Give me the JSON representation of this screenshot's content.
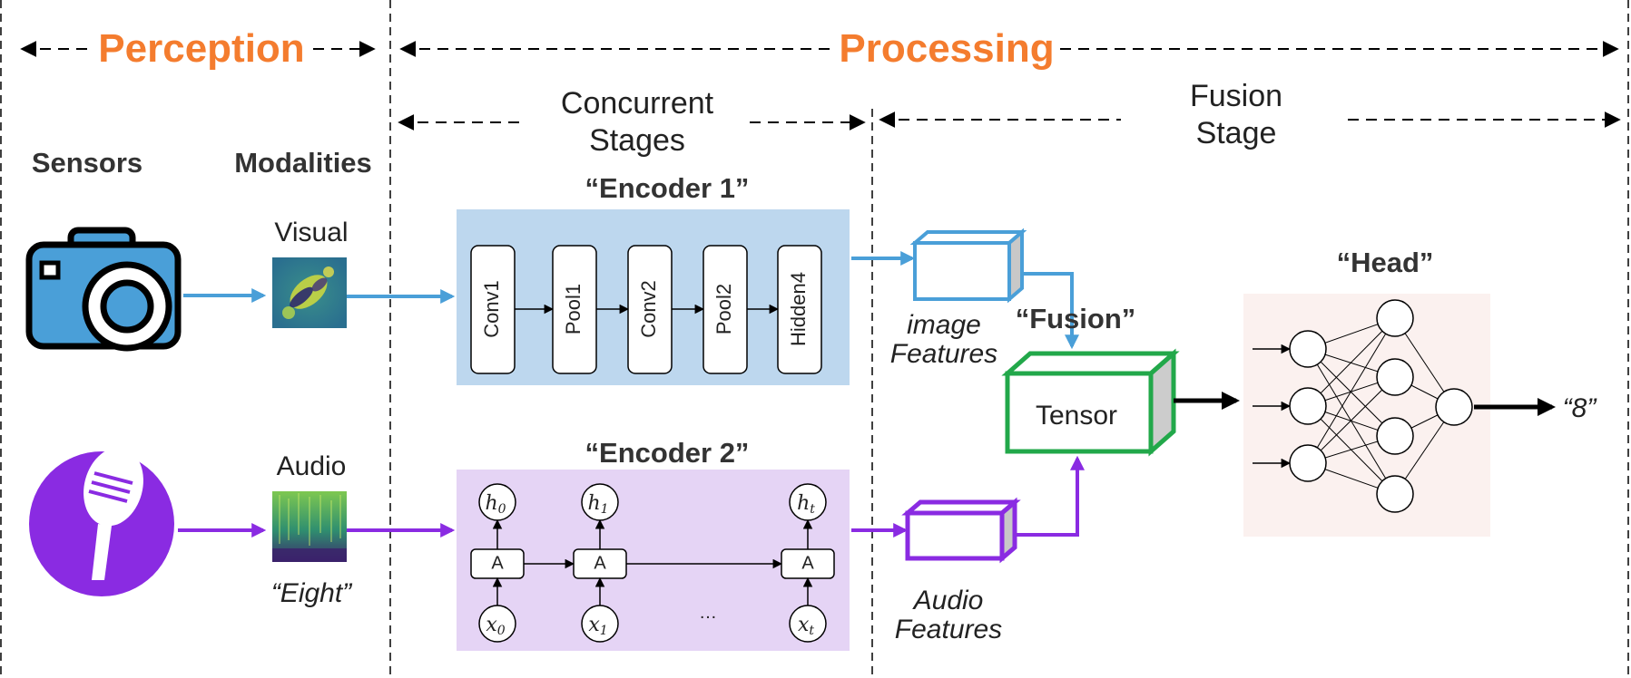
{
  "sections": {
    "perception": "Perception",
    "processing": "Processing",
    "concurrent_stages": [
      "Concurrent",
      "Stages"
    ],
    "fusion_stage": [
      "Fusion",
      "Stage"
    ]
  },
  "columns": {
    "sensors": "Sensors",
    "modalities": "Modalities"
  },
  "modalities": {
    "visual": "Visual",
    "audio": "Audio",
    "audio_caption": "“Eight”"
  },
  "encoder1": {
    "title": "“Encoder 1”",
    "layers": [
      "Conv1",
      "Pool1",
      "Conv2",
      "Pool2",
      "Hidden4"
    ]
  },
  "encoder2": {
    "title": "“Encoder 2”",
    "cell_label": "A",
    "hidden": [
      {
        "base": "h",
        "sub": "0"
      },
      {
        "base": "h",
        "sub": "1"
      },
      {
        "base": "h",
        "sub": "t"
      }
    ],
    "inputs": [
      {
        "base": "x",
        "sub": "0"
      },
      {
        "base": "x",
        "sub": "1"
      },
      {
        "base": "x",
        "sub": "t"
      }
    ],
    "ellipsis": "…"
  },
  "features": {
    "image": [
      "image",
      "Features"
    ],
    "audio": [
      "Audio",
      "Features"
    ]
  },
  "fusion": {
    "title": "“Fusion”",
    "tensor_label": "Tensor"
  },
  "head": {
    "title": "“Head”",
    "output": "“8”",
    "layers": [
      3,
      4,
      1
    ]
  },
  "colors": {
    "accent": "#f47c2e",
    "visual": "#4a9fd8",
    "audio": "#8a2be2",
    "fusion": "#22a84a",
    "encoder1_bg": "#bdd7ee",
    "encoder2_bg": "#e5d4f5",
    "head_bg": "#fbf1ef"
  },
  "icons": {
    "camera": "camera-icon",
    "microphone": "microphone-icon"
  }
}
